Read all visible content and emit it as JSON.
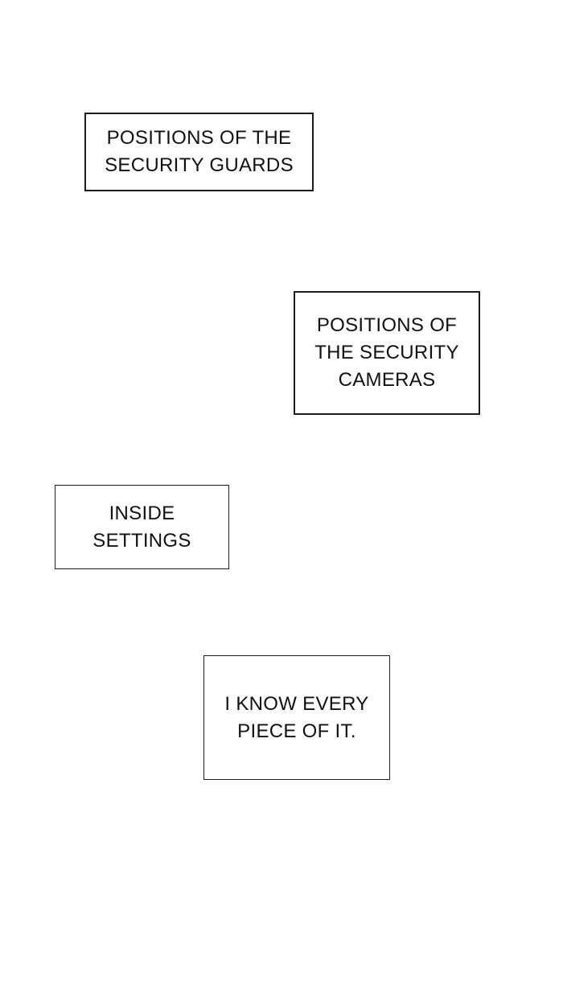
{
  "page": {
    "background_color": "#ffffff",
    "border_color": "#1c1c1c",
    "text_color": "#111111"
  },
  "captions": {
    "guards": {
      "text": "POSITIONS OF THE\nSECURITY GUARDS"
    },
    "cameras": {
      "text": "POSITIONS OF\nTHE SECURITY\nCAMERAS"
    },
    "settings": {
      "text": "INSIDE\nSETTINGS"
    },
    "know": {
      "text": "I KNOW EVERY\nPIECE OF IT."
    }
  }
}
